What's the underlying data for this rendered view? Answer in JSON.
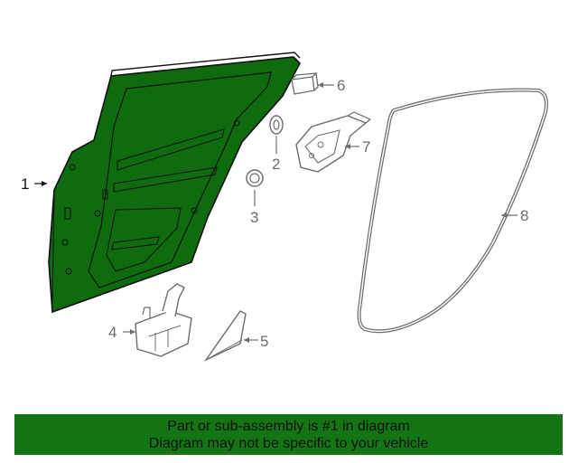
{
  "callouts": {
    "c1": "1",
    "c2": "2",
    "c3": "3",
    "c4": "4",
    "c5": "5",
    "c6": "6",
    "c7": "7",
    "c8": "8"
  },
  "parts": [
    {
      "number": "1",
      "name": "rear-door-shell",
      "highlighted": true
    },
    {
      "number": "2",
      "name": "grommet",
      "highlighted": false
    },
    {
      "number": "3",
      "name": "seal-ring",
      "highlighted": false
    },
    {
      "number": "4",
      "name": "check-bracket",
      "highlighted": false
    },
    {
      "number": "5",
      "name": "triangle-trim-piece",
      "highlighted": false
    },
    {
      "number": "6",
      "name": "plug",
      "highlighted": false
    },
    {
      "number": "7",
      "name": "mirror-corner-bracket",
      "highlighted": false
    },
    {
      "number": "8",
      "name": "door-weatherstrip",
      "highlighted": false
    }
  ],
  "colors": {
    "highlight_fill": "#0e6b0e",
    "banner_bg": "#137513",
    "line_dark": "#111111",
    "line_gray": "#6d6d6d"
  },
  "banner": {
    "line1": "Part or sub-assembly is #1 in diagram",
    "line2": "Diagram may not be specific to your vehicle"
  }
}
